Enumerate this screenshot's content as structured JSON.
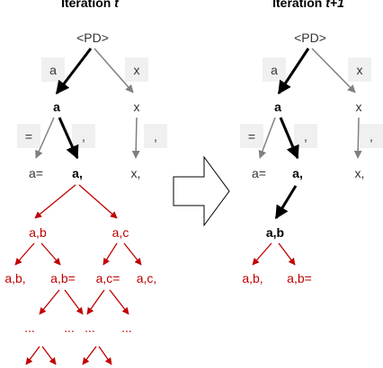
{
  "left": {
    "title_prefix": "Iteration ",
    "title_var": "t",
    "root": "<PD>",
    "edge_a": "a",
    "edge_x": "x",
    "node_a": "a",
    "node_x": "x",
    "edge_eq": "=",
    "edge_comma1": ",",
    "edge_comma2": ",",
    "leaf_aeq": "a=",
    "leaf_acomma": "a,",
    "leaf_xcomma": "x,",
    "red_ab": "a,b",
    "red_ac": "a,c",
    "red_abc": "a,b,",
    "red_abeq": "a,b=",
    "red_aceq": "a,c=",
    "red_acc": "a,c,",
    "dots1": "...",
    "dots2": "...",
    "dots3": "...",
    "dots4": "..."
  },
  "right": {
    "title_prefix": "Iteration ",
    "title_var": "t+1",
    "root": "<PD>",
    "edge_a": "a",
    "edge_x": "x",
    "node_a": "a",
    "node_x": "x",
    "edge_eq": "=",
    "edge_comma1": ",",
    "edge_comma2": ",",
    "leaf_aeq": "a=",
    "leaf_acomma": "a,",
    "leaf_xcomma": "x,",
    "node_ab": "a,b",
    "red_abc": "a,b,",
    "red_abeq": "a,b="
  },
  "colors": {
    "bold_edge": "#000000",
    "light_edge": "#808080",
    "red_edge": "#c00000",
    "label_box": "#f0f0f0"
  }
}
